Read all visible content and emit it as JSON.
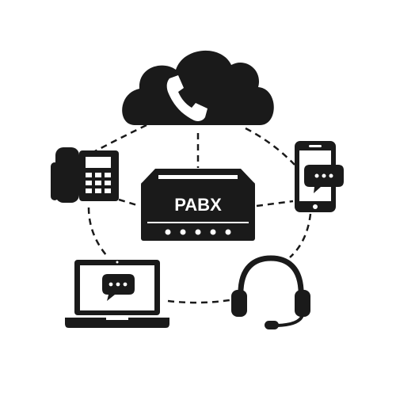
{
  "diagram": {
    "hub_label": "PABX",
    "nodes": [
      {
        "id": "cloud",
        "icon": "cloud-phone-icon"
      },
      {
        "id": "desk-phone",
        "icon": "desk-phone-icon"
      },
      {
        "id": "smartphone",
        "icon": "smartphone-chat-icon"
      },
      {
        "id": "laptop",
        "icon": "laptop-chat-icon"
      },
      {
        "id": "headset",
        "icon": "headset-icon"
      }
    ],
    "colors": {
      "ink": "#1a1a1a",
      "background": "#ffffff"
    }
  }
}
